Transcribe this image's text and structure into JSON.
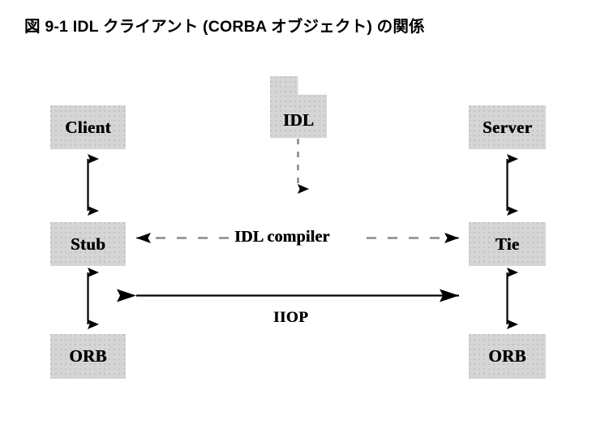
{
  "figure": {
    "title": "図 9-1 IDL クライアント (CORBA オブジェクト) の関係"
  },
  "diagram": {
    "type": "block-diagram",
    "nodes": [
      {
        "id": "client",
        "label": "Client",
        "shape": "rectangle",
        "column": "left",
        "row": "top"
      },
      {
        "id": "stub",
        "label": "Stub",
        "shape": "rectangle",
        "column": "left",
        "row": "middle"
      },
      {
        "id": "orb_left",
        "label": "ORB",
        "shape": "rectangle",
        "column": "left",
        "row": "bottom"
      },
      {
        "id": "idl",
        "label": "IDL",
        "shape": "file",
        "column": "center",
        "row": "top"
      },
      {
        "id": "server",
        "label": "Server",
        "shape": "rectangle",
        "column": "right",
        "row": "top"
      },
      {
        "id": "tie",
        "label": "Tie",
        "shape": "rectangle",
        "column": "right",
        "row": "middle"
      },
      {
        "id": "orb_right",
        "label": "ORB",
        "shape": "rectangle",
        "column": "right",
        "row": "bottom"
      }
    ],
    "edge_labels": {
      "idl_compiler": "IDL compiler",
      "iiop": "IIOP"
    },
    "edges": [
      {
        "from": "client",
        "to": "stub",
        "style": "solid",
        "heads": "both",
        "orientation": "vertical"
      },
      {
        "from": "stub",
        "to": "orb_left",
        "style": "solid",
        "heads": "both",
        "orientation": "vertical"
      },
      {
        "from": "server",
        "to": "tie",
        "style": "solid",
        "heads": "both",
        "orientation": "vertical"
      },
      {
        "from": "tie",
        "to": "orb_right",
        "style": "solid",
        "heads": "both",
        "orientation": "vertical"
      },
      {
        "from": "idl",
        "to": "idl_compiler",
        "style": "dashed",
        "heads": "end",
        "orientation": "vertical"
      },
      {
        "from": "idl_compiler",
        "to": "stub",
        "style": "dashed",
        "heads": "end",
        "orientation": "horizontal"
      },
      {
        "from": "idl_compiler",
        "to": "tie",
        "style": "dashed",
        "heads": "end",
        "orientation": "horizontal"
      },
      {
        "from": "orb_left",
        "to": "orb_right",
        "style": "solid",
        "heads": "both",
        "orientation": "horizontal",
        "label": "iiop"
      }
    ],
    "colors": {
      "node_fill": "#d5d5d5",
      "stroke": "#000000",
      "dashed_stroke": "#8a8a8a",
      "text": "#000000",
      "background": "#ffffff"
    }
  }
}
